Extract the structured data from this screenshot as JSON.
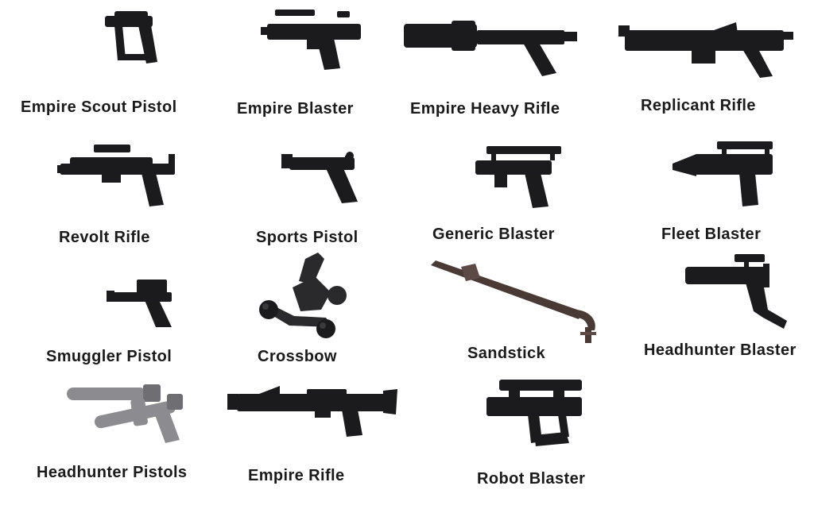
{
  "items": [
    {
      "name": "Empire Scout Pistol",
      "icon": "scout-pistol-icon"
    },
    {
      "name": "Empire Blaster",
      "icon": "empire-blaster-icon"
    },
    {
      "name": "Empire Heavy Rifle",
      "icon": "heavy-rifle-icon"
    },
    {
      "name": "Replicant Rifle",
      "icon": "replicant-rifle-icon"
    },
    {
      "name": "Revolt Rifle",
      "icon": "revolt-rifle-icon"
    },
    {
      "name": "Sports Pistol",
      "icon": "sports-pistol-icon"
    },
    {
      "name": "Generic Blaster",
      "icon": "generic-blaster-icon"
    },
    {
      "name": "Fleet Blaster",
      "icon": "fleet-blaster-icon"
    },
    {
      "name": "Smuggler Pistol",
      "icon": "smuggler-pistol-icon"
    },
    {
      "name": "Crossbow",
      "icon": "crossbow-icon"
    },
    {
      "name": "Sandstick",
      "icon": "sandstick-icon"
    },
    {
      "name": "Headhunter Blaster",
      "icon": "headhunter-blaster-icon"
    },
    {
      "name": "Headhunter Pistols",
      "icon": "headhunter-pistols-icon"
    },
    {
      "name": "Empire Rifle",
      "icon": "empire-rifle-icon"
    },
    {
      "name": "Robot Blaster",
      "icon": "robot-blaster-icon"
    }
  ],
  "colors": {
    "weapon_black": "#1b1b1d",
    "sandstick_brown": "#4a3a36",
    "pistol_silver": "#8c8c90"
  }
}
